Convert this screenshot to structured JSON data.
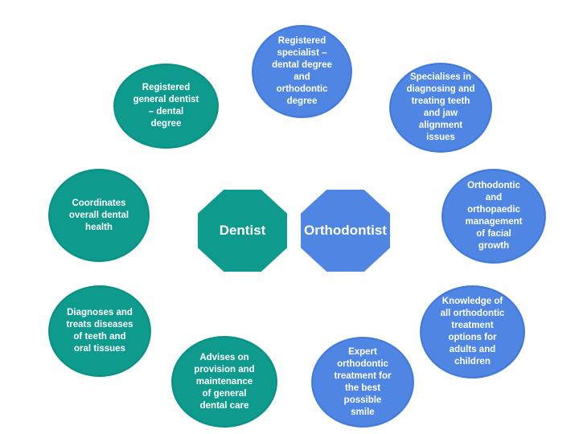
{
  "centers": {
    "dentist": "Dentist",
    "orthodontist": "Orthodontist"
  },
  "dentist_items": {
    "degree": [
      "Registered",
      "general dentist",
      "–  dental",
      "degree"
    ],
    "coordinates": [
      "Coordinates",
      "overall dental",
      "health"
    ],
    "diagnoses": [
      "Diagnoses and",
      "treats diseases",
      "of teeth and",
      "oral tissues"
    ],
    "advises": [
      "Advises on",
      "provision and",
      "maintenance",
      "of general",
      "dental care"
    ]
  },
  "orthodontist_items": {
    "degree": [
      "Registered",
      "specialist –",
      "dental degree",
      "and",
      "orthodontic",
      "degree"
    ],
    "specialises": [
      "Specialises in",
      "diagnosing and",
      "treating teeth",
      "and jaw",
      "alignment",
      "issues"
    ],
    "orthopaedic": [
      "Orthodontic",
      "and",
      "orthopaedic",
      "management",
      "of facial",
      "growth"
    ],
    "knowledge": [
      "Knowledge of",
      "all orthodontic",
      "treatment",
      "options for",
      "adults and",
      "children"
    ],
    "expert": [
      "Expert",
      "orthodontic",
      "treatment for",
      "the best",
      "possible",
      "smile"
    ]
  },
  "colors": {
    "dentist": "#0f9a8e",
    "orthodontist": "#4f86e3"
  }
}
